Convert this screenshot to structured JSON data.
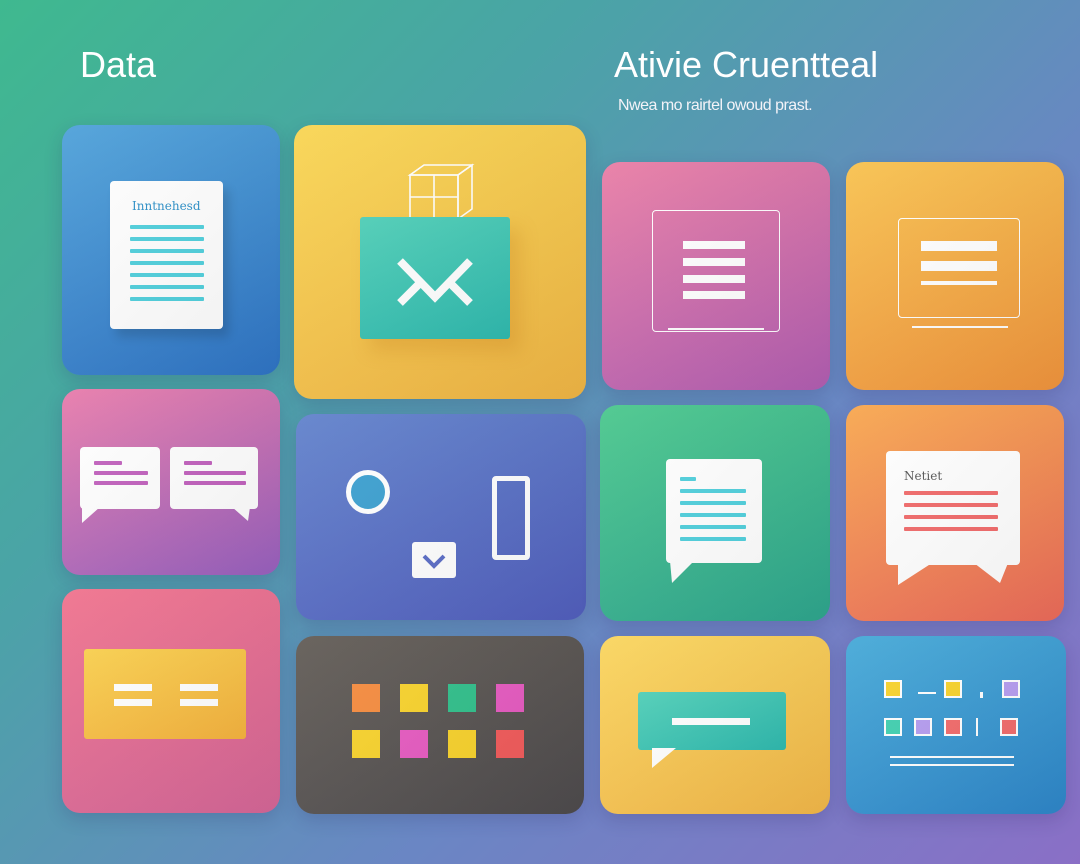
{
  "header": {
    "left_title": "Data",
    "right_title": "Ativie Cruentteal",
    "subtitle": "Nwea mo rairtel owoud prast."
  },
  "tiles": {
    "doc": {
      "label": "Inntnehesd",
      "color": "#3a8fd3"
    },
    "box_email": {
      "color": "#f6c24a"
    },
    "image_frame": {
      "color": "#d56cae"
    },
    "text_frame": {
      "color": "#f5a23f"
    },
    "chat_pair": {
      "color": "#c470b8"
    },
    "shapes": {
      "color": "#5b74c4"
    },
    "doc_chat": {
      "color": "#3fb98a"
    },
    "note_chat": {
      "label": "Netiet",
      "color": "#f28c4a"
    },
    "buttons": {
      "color": "#ea6c8c"
    },
    "color_grid": {
      "color": "#5a5856"
    },
    "chat_bar": {
      "color": "#f8c85a"
    },
    "pixel_list": {
      "color": "#3a97cf"
    }
  },
  "colors": {
    "teal": "#30c1b7",
    "white": "#ffffff",
    "magenta": "#c160bd",
    "coral": "#f26a6a",
    "cyan_line": "#4fd0dd"
  },
  "icons": [
    "document-icon",
    "box-icon",
    "email-icon",
    "image-frame-icon",
    "text-frame-icon",
    "chat-bubble-icon",
    "circle-icon",
    "checkbox-icon",
    "rectangle-icon",
    "note-icon",
    "equals-icon",
    "color-grid-icon",
    "message-bar-icon",
    "pixel-list-icon"
  ]
}
